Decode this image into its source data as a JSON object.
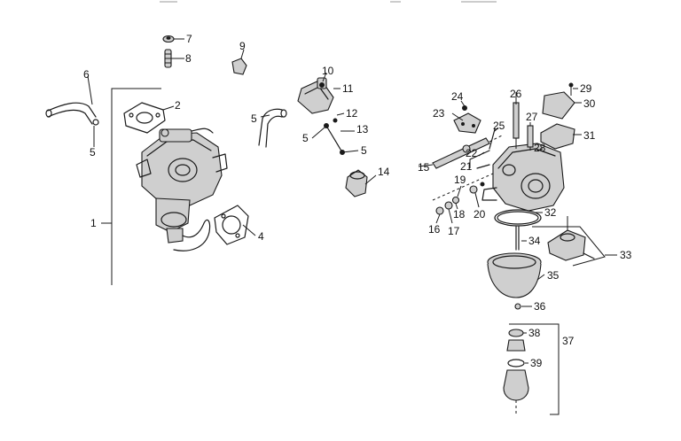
{
  "diagram": {
    "part_numbers": [
      "1",
      "2",
      "4",
      "5",
      "6",
      "7",
      "8",
      "9",
      "10",
      "11",
      "12",
      "13",
      "14",
      "15",
      "16",
      "17",
      "18",
      "19",
      "20",
      "21",
      "22",
      "23",
      "24",
      "25",
      "26",
      "27",
      "28",
      "29",
      "30",
      "31",
      "32",
      "33",
      "34",
      "35",
      "36",
      "37",
      "38",
      "39"
    ],
    "callouts": [
      {
        "id": "c1",
        "num": "1"
      },
      {
        "id": "c2",
        "num": "2"
      },
      {
        "id": "c4",
        "num": "4"
      },
      {
        "id": "c5a",
        "num": "5"
      },
      {
        "id": "c5b",
        "num": "5"
      },
      {
        "id": "c5c",
        "num": "5"
      },
      {
        "id": "c5d",
        "num": "5"
      },
      {
        "id": "c6",
        "num": "6"
      },
      {
        "id": "c7",
        "num": "7"
      },
      {
        "id": "c8",
        "num": "8"
      },
      {
        "id": "c9",
        "num": "9"
      },
      {
        "id": "c10",
        "num": "10"
      },
      {
        "id": "c11",
        "num": "11"
      },
      {
        "id": "c12",
        "num": "12"
      },
      {
        "id": "c13",
        "num": "13"
      },
      {
        "id": "c14",
        "num": "14"
      },
      {
        "id": "c15",
        "num": "15"
      },
      {
        "id": "c16",
        "num": "16"
      },
      {
        "id": "c17",
        "num": "17"
      },
      {
        "id": "c18",
        "num": "18"
      },
      {
        "id": "c19",
        "num": "19"
      },
      {
        "id": "c20",
        "num": "20"
      },
      {
        "id": "c21",
        "num": "21"
      },
      {
        "id": "c22",
        "num": "22"
      },
      {
        "id": "c23",
        "num": "23"
      },
      {
        "id": "c24",
        "num": "24"
      },
      {
        "id": "c25",
        "num": "25"
      },
      {
        "id": "c26",
        "num": "26"
      },
      {
        "id": "c27",
        "num": "27"
      },
      {
        "id": "c28",
        "num": "28"
      },
      {
        "id": "c29",
        "num": "29"
      },
      {
        "id": "c30",
        "num": "30"
      },
      {
        "id": "c31",
        "num": "31"
      },
      {
        "id": "c32",
        "num": "32"
      },
      {
        "id": "c33",
        "num": "33"
      },
      {
        "id": "c34",
        "num": "34"
      },
      {
        "id": "c35",
        "num": "35"
      },
      {
        "id": "c36",
        "num": "36"
      },
      {
        "id": "c37",
        "num": "37"
      },
      {
        "id": "c38",
        "num": "38"
      },
      {
        "id": "c39",
        "num": "39"
      }
    ]
  }
}
